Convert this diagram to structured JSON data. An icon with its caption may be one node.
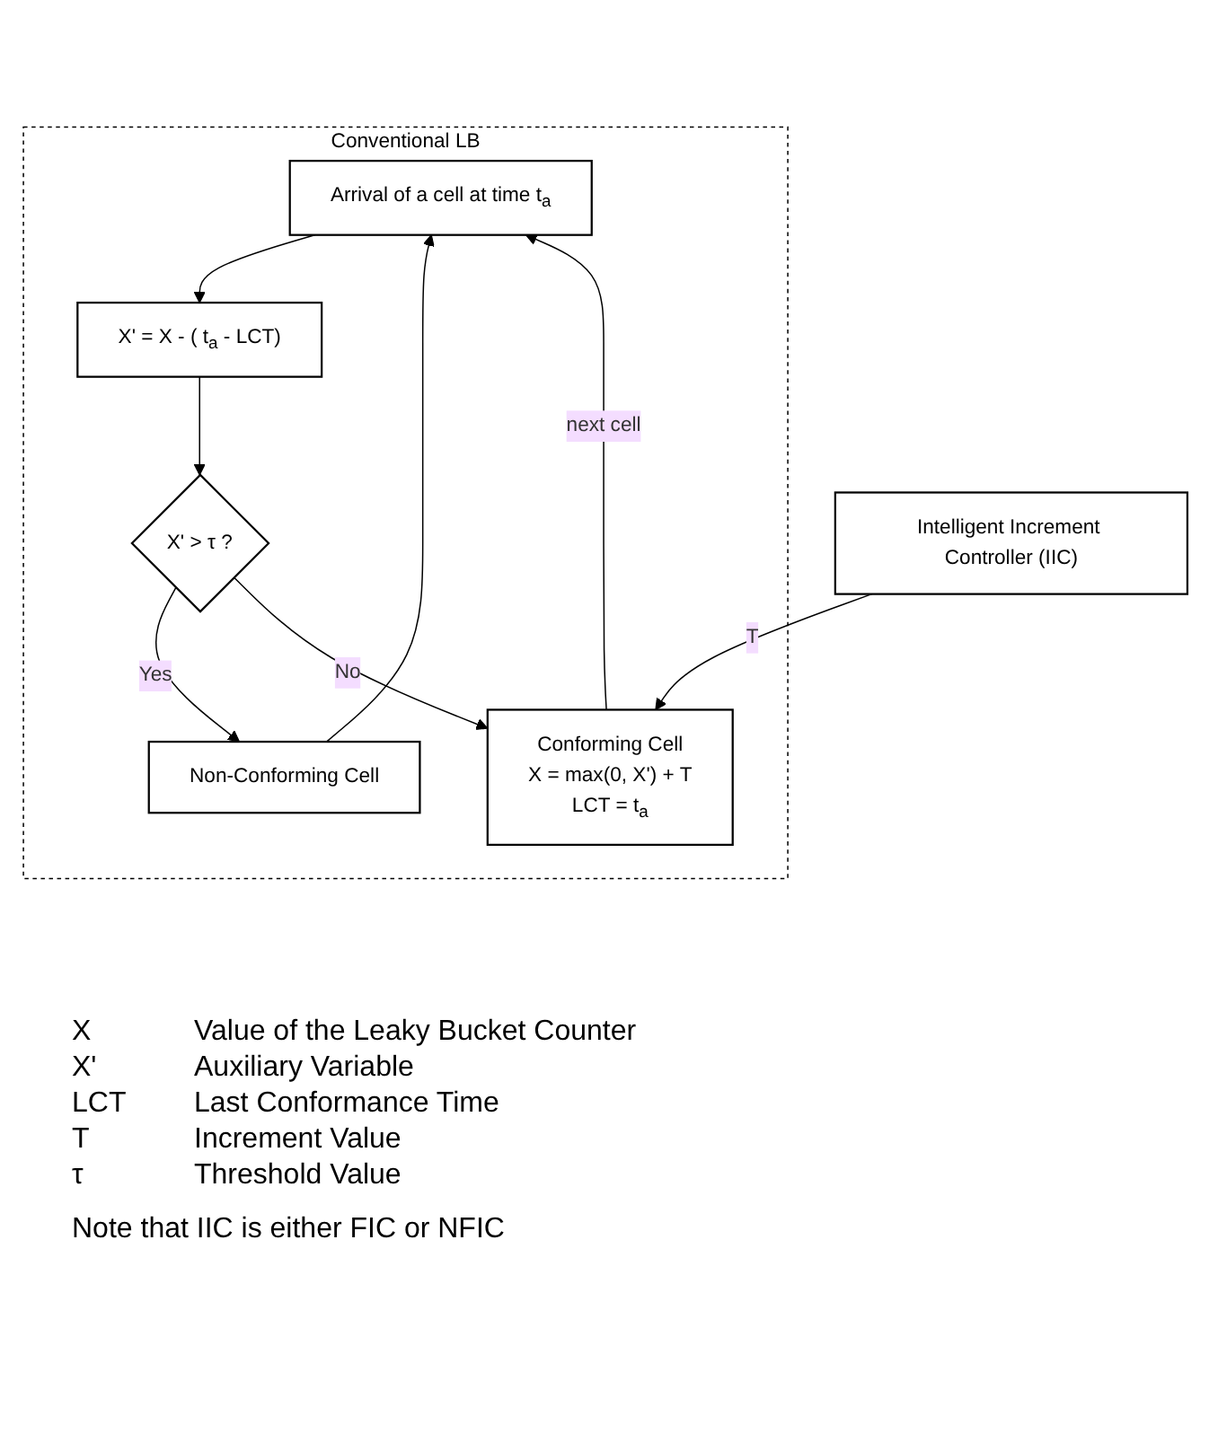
{
  "diagram": {
    "nodes": [
      {
        "text": [
          "Conventional LB"
        ]
      },
      {
        "text": [
          "Arrival of a cell at time  t$_{a}$"
        ],
        "in": 0
      },
      {
        "text": [
          "X' = X - ( t$_{a}$ - LCT)"
        ],
        "in": 0
      },
      {
        "text": [
          "X' > τ ?"
        ],
        "in": 0
      },
      {
        "text": [
          "Non-Conforming Cell"
        ],
        "in": 0
      },
      {
        "text": [
          "Conforming Cell",
          "X = max(0, X') + T",
          "LCT = t$_{a}$"
        ],
        "in": 0
      },
      {
        "text": [
          "Intelligent Increment Controller (IIC)"
        ]
      }
    ],
    "edges": [
      {
        "from": 1,
        "to": 2,
        "arrow": "to"
      },
      {
        "from": 2,
        "to": 3,
        "arrow": "to"
      },
      {
        "from": 3,
        "to": 4,
        "arrow": "to",
        "label": "Yes"
      },
      {
        "from": 3,
        "to": 5,
        "arrow": "to",
        "label": "No"
      },
      {
        "from": 4,
        "to": 1,
        "arrow": "to"
      },
      {
        "from": 5,
        "to": 1,
        "arrow": "to",
        "label": "next cell"
      },
      {
        "from": 6,
        "to": 5,
        "arrow": "to",
        "label": "T"
      }
    ],
    "labels": [
      "X",
      "Value of the Leaky Bucket Counter",
      "X'",
      "Auxiliary Variable",
      "LCT",
      "Last Conformance Time",
      "T",
      "Increment Value",
      "τ",
      "Threshold Value",
      "Note that IIC is either FIC or NFIC"
    ]
  }
}
